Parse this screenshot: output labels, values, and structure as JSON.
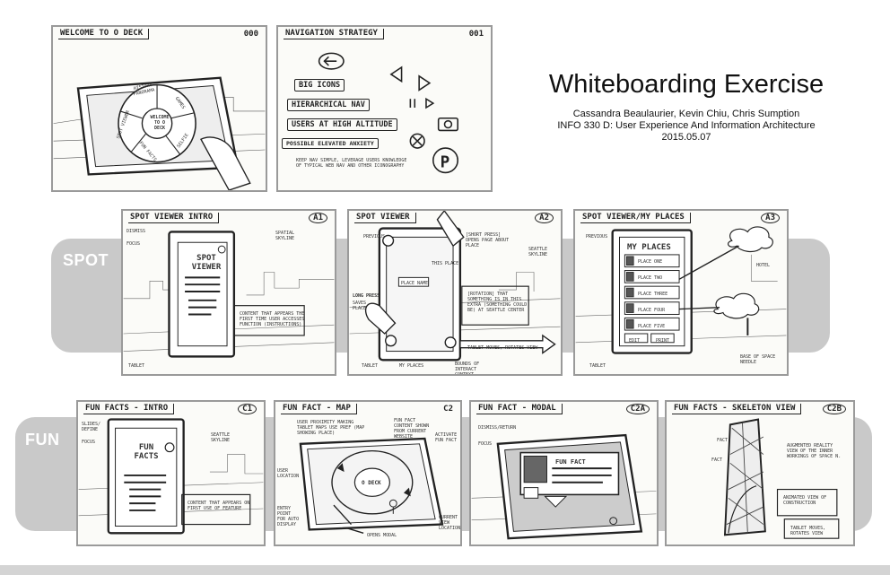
{
  "title": "Whiteboarding Exercise",
  "authors": "Cassandra Beaulaurier, Kevin Chiu, Chris Sumption",
  "course": "INFO 330 D: User Experience And Information Architecture",
  "date": "2015.05.07",
  "bands": {
    "spot": "SPOT",
    "fun": "FUN"
  },
  "panels": {
    "welcome": {
      "title": "WELCOME TO O DECK",
      "code": "000",
      "wheel_center": "WELCOME TO O DECK",
      "wheel_items": [
        "HISTORY PANORAMA",
        "GAMES",
        "SELFIE",
        "FUN FACTS",
        "SPOT VIEWER"
      ]
    },
    "nav": {
      "title": "NAVIGATION STRATEGY",
      "code": "001",
      "items": [
        "BIG ICONS",
        "HIERARCHICAL NAV",
        "USERS AT HIGH ALTITUDE",
        "POSSIBLE ELEVATED ANXIETY"
      ],
      "note": "KEEP NAV SIMPLE, LEVERAGE USERS KNOWLEDGE OF TYPICAL WEB NAV AND OTHER ICONOGRAPHY"
    },
    "a1": {
      "title": "SPOT VIEWER INTRO",
      "code": "A1",
      "screen_title": "SPOT VIEWER",
      "notes": [
        "DISMISS",
        "FOCUS",
        "SPATIAL SKYLINE",
        "CONTENT THAT APPEARS THE FIRST TIME USER ACCESSES FUNCTION (INSTRUCTIONS)",
        "TABLET"
      ]
    },
    "a2": {
      "title": "SPOT VIEWER",
      "code": "A2",
      "notes": [
        "PREVIOUS",
        "[SHORT PRESS] OPENS PAGE ABOUT PLACE",
        "SEATTLE SKYLINE",
        "LONG PRESS",
        "SAVES PLACE",
        "[ROTATION] THAT SOMETHING IS IN THIS EXTRA (SOMETHING COULD BE) AT SEATTLE CENTER",
        "TABLET MOVES, ROTATES VIEW",
        "MY PLACES",
        "TABLET",
        "BOUNDS OF INTERACT CONTEXT"
      ],
      "labels": [
        "PLACE NAME",
        "THIS PLACE"
      ]
    },
    "a3": {
      "title": "SPOT VIEWER/MY PLACES",
      "code": "A3",
      "screen_title": "MY PLACES",
      "places": [
        "PLACE ONE",
        "PLACE TWO",
        "PLACE THREE",
        "PLACE FOUR",
        "PLACE FIVE"
      ],
      "buttons": [
        "EDIT",
        "PRINT"
      ],
      "notes": [
        "PREVIOUS",
        "HOTEL",
        "BASE OF SPACE NEEDLE",
        "TABLET"
      ]
    },
    "c1": {
      "title": "FUN FACTS - INTRO",
      "code": "C1",
      "screen_title": "FUN FACTS",
      "notes": [
        "SLIDES/ DEFINE",
        "FOCUS",
        "SEATTLE SKYLINE",
        "CONTENT THAT APPEARS ON FIRST USE OF FEATURE"
      ]
    },
    "c2": {
      "title": "FUN FACT - MAP",
      "code": "C2",
      "center": "O DECK",
      "notes": [
        "USER PROXIMITY MAKING TABLET MAPS USE PREF (MAP SHOWING PLACE)",
        "FUN FACT CONTENT SHOWN FROM CURRENT WEBSITE",
        "ACTIVATE FUN FACT",
        "USER LOCATION",
        "ENTRY POINT FOR AUTO DISPLAY",
        "OPENS MODAL",
        "CURRENT VIEW LOCATION"
      ]
    },
    "c2a": {
      "title": "FUN FACT - MODAL",
      "code": "C2A",
      "screen_title": "FUN FACT",
      "notes": [
        "DISMISS/RETURN",
        "FOCUS"
      ]
    },
    "c2b": {
      "title": "FUN FACTS - SKELETON VIEW",
      "code": "C2B",
      "notes": [
        "FACT",
        "FACT",
        "AUGMENTED REALITY VIEW OF THE INNER WORKINGS OF SPACE N.",
        "ANIMATED VIEW OF CONSTRUCTION",
        "TABLET MOVES, ROTATES VIEW"
      ]
    }
  }
}
